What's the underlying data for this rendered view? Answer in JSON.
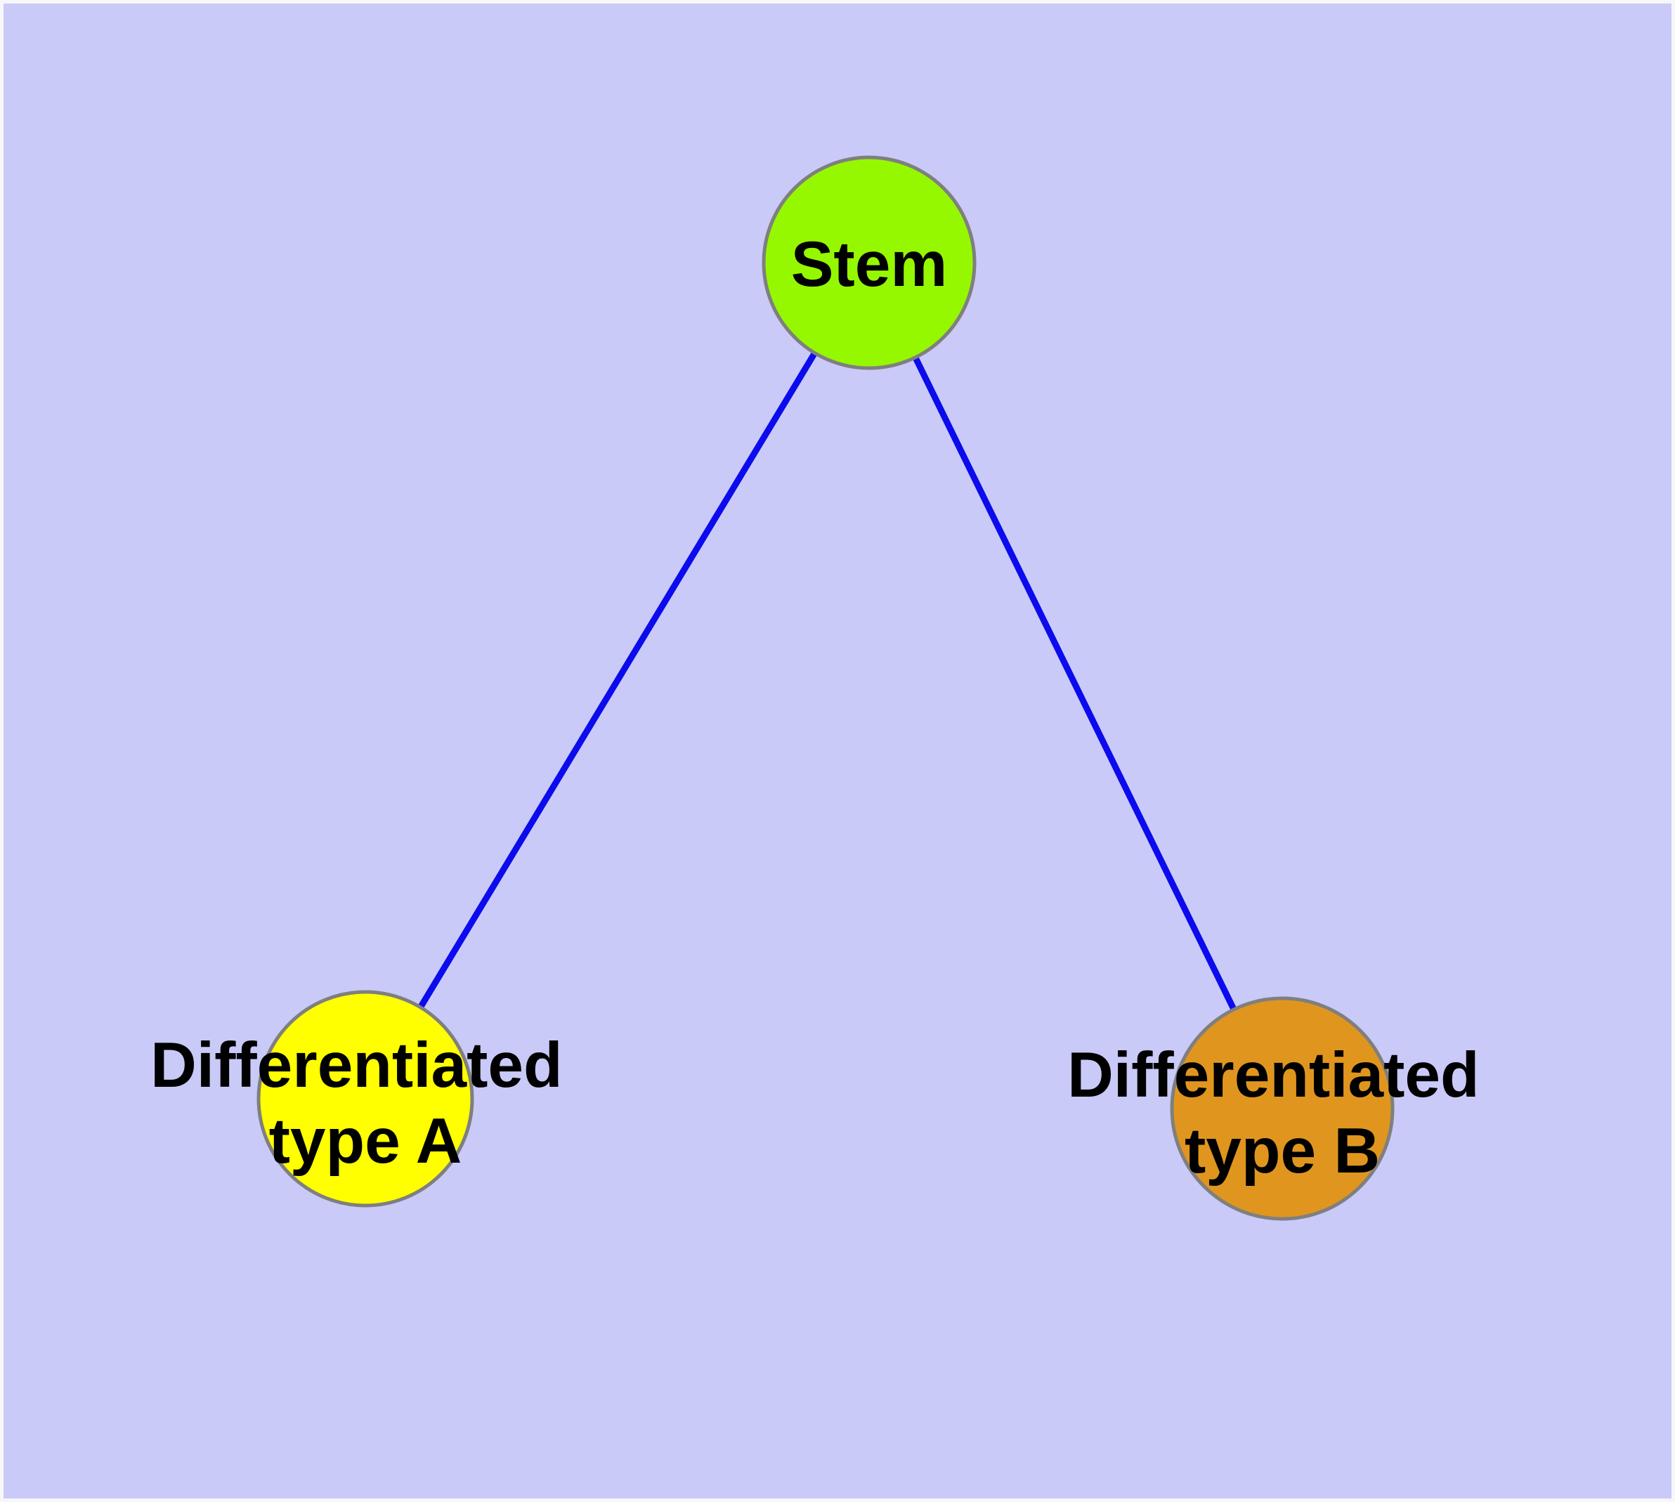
{
  "diagram": {
    "type": "node-link-graph",
    "background_color": "#cacaf8",
    "frame_color": "#f7f7fa",
    "edge_color": "#0b0bee",
    "node_border_color": "#7f7f7f",
    "label_color": "#000000",
    "nodes": {
      "stem": {
        "label": "Stem",
        "fill": "#95f800"
      },
      "type_a": {
        "label_line1": "Differentiated",
        "label_line2": "type A",
        "fill": "#ffff00"
      },
      "type_b": {
        "label_line1": "Differentiated",
        "label_line2": "type B",
        "fill": "#e0961e"
      }
    },
    "edges": [
      {
        "from": "Stem",
        "to": "Differentiated type A"
      },
      {
        "from": "Stem",
        "to": "Differentiated type B"
      }
    ]
  }
}
